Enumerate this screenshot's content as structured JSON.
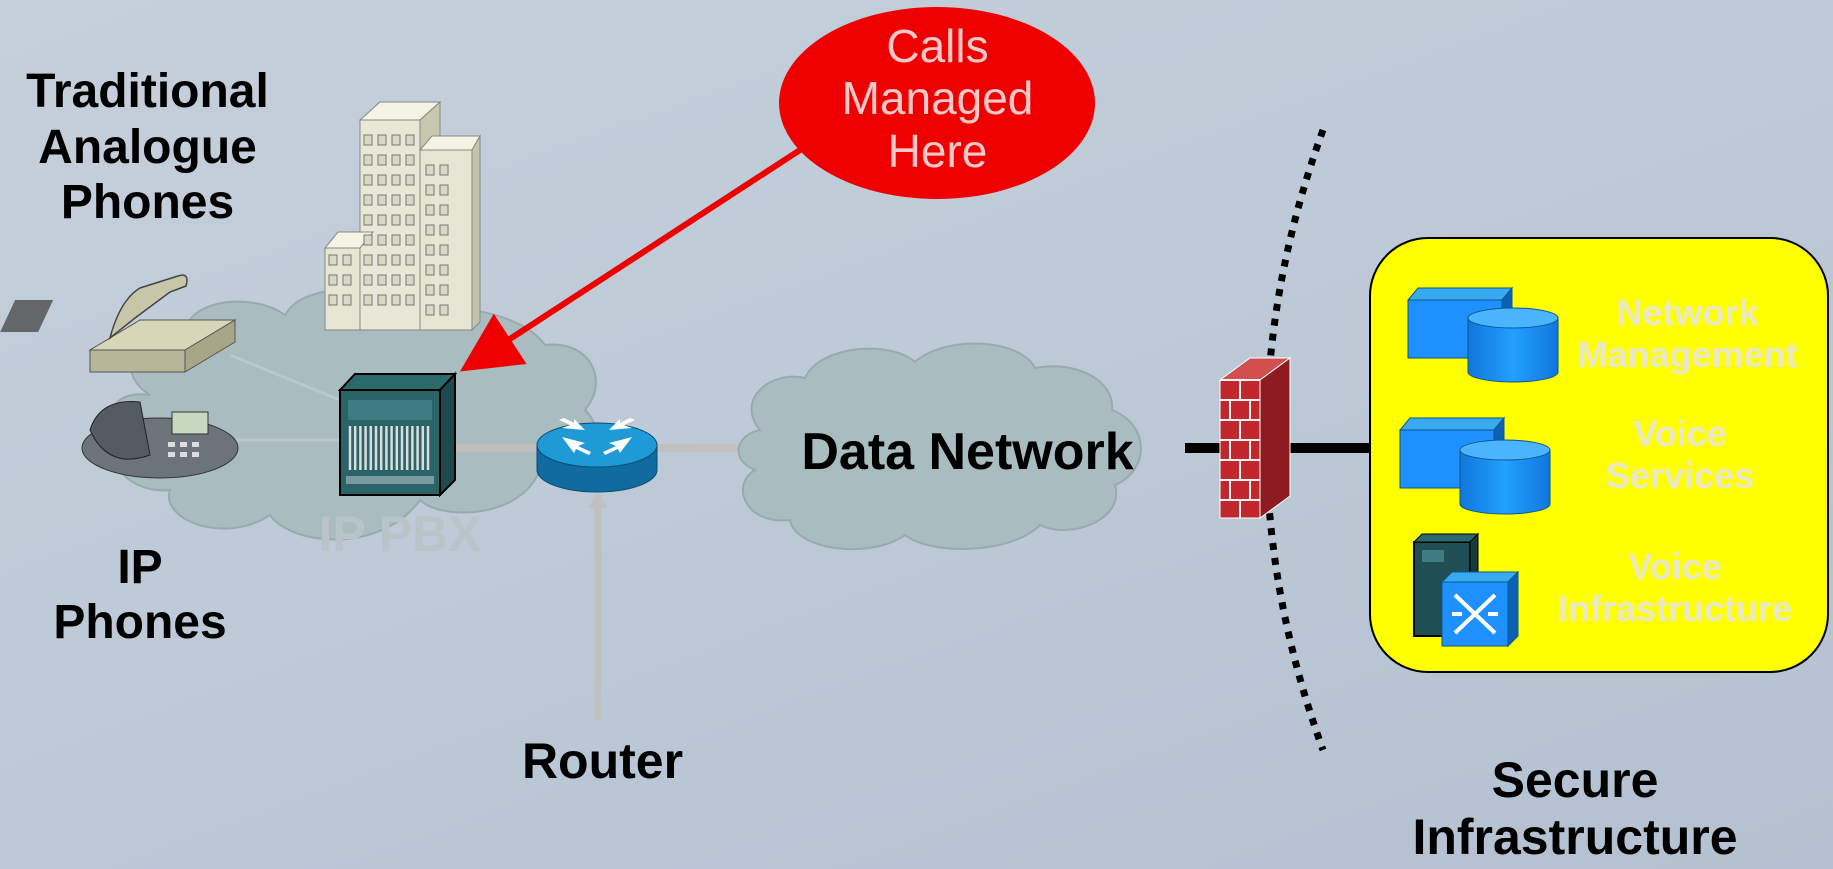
{
  "labels": {
    "traditional": [
      "Traditional",
      "Analogue",
      "Phones"
    ],
    "ip_phones": [
      "IP",
      "Phones"
    ],
    "ip_pbx": "IP PBX",
    "router": "Router",
    "data_network": "Data Network",
    "callout": [
      "Calls",
      "Managed",
      "Here"
    ],
    "secure": [
      "Secure",
      "Infrastructure"
    ],
    "services": [
      [
        "Network",
        "Management"
      ],
      [
        "Voice",
        "Services"
      ],
      [
        "Voice",
        "Infrastructure"
      ]
    ]
  },
  "colors": {
    "callout": "#ee0000",
    "arrow": "#ee0000",
    "secure_box": "#ffff00",
    "cloud": "#a9bcbf",
    "firewall": "#c1272d",
    "server_blue": "#1e90ff",
    "links": "#c0c0c0"
  },
  "icons": [
    "building-icon",
    "analogue-phone-icon",
    "ip-phone-icon",
    "pbx-icon",
    "router-icon",
    "firewall-icon",
    "server-icon",
    "database-icon",
    "switch-icon"
  ]
}
